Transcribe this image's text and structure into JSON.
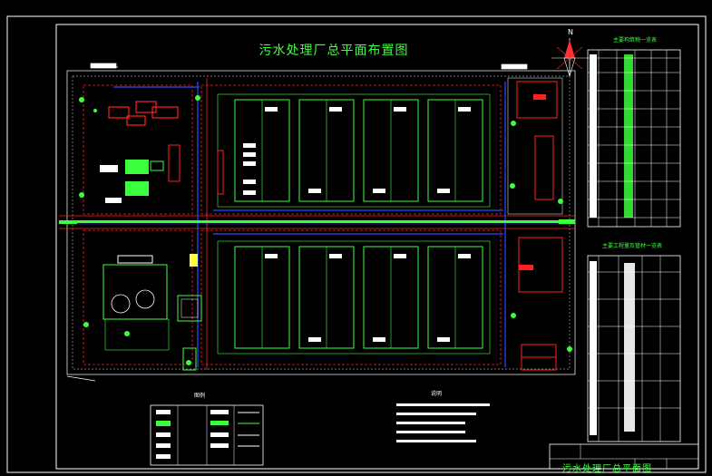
{
  "drawing": {
    "title": "污水处理厂总平面布置图",
    "table1_title": "主要构筑物一览表",
    "table2_title": "主要工程量及管材一览表",
    "legend_title": "图例",
    "notes_title": "说明",
    "titleblock_text": "污水处理厂总平面图",
    "north_label": "N"
  },
  "colors": {
    "background": "#000000",
    "frame": "#ffffff",
    "green": "#3cff3c",
    "red": "#ff2020",
    "blue": "#2a4cff",
    "yellow": "#ffff40"
  }
}
